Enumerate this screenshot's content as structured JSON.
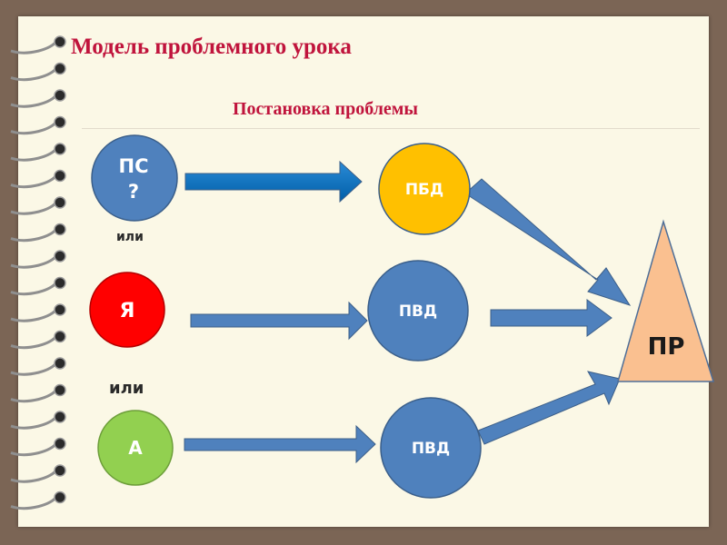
{
  "title": "Модель  проблемного урока",
  "subtitle": "Постановка  проблемы",
  "connectors": [
    "или",
    "или"
  ],
  "nodes": {
    "n1": {
      "line1": "ПС",
      "line2": "?"
    },
    "n2": {
      "label": "Я"
    },
    "n3": {
      "label": "А"
    },
    "n4": {
      "label": "ПБД"
    },
    "n5": {
      "label": "ПВД"
    },
    "n6": {
      "label": "ПВД"
    },
    "n7": {
      "label": "ПР"
    }
  },
  "colors": {
    "accent_text": "#c0143c",
    "blue_fill": "#4f81bd",
    "yellow_fill": "#ffc000",
    "red_fill": "#ff0000",
    "green_fill": "#92d050",
    "triangle_fill": "#fac090",
    "arrow_blue": "#0070c0"
  }
}
